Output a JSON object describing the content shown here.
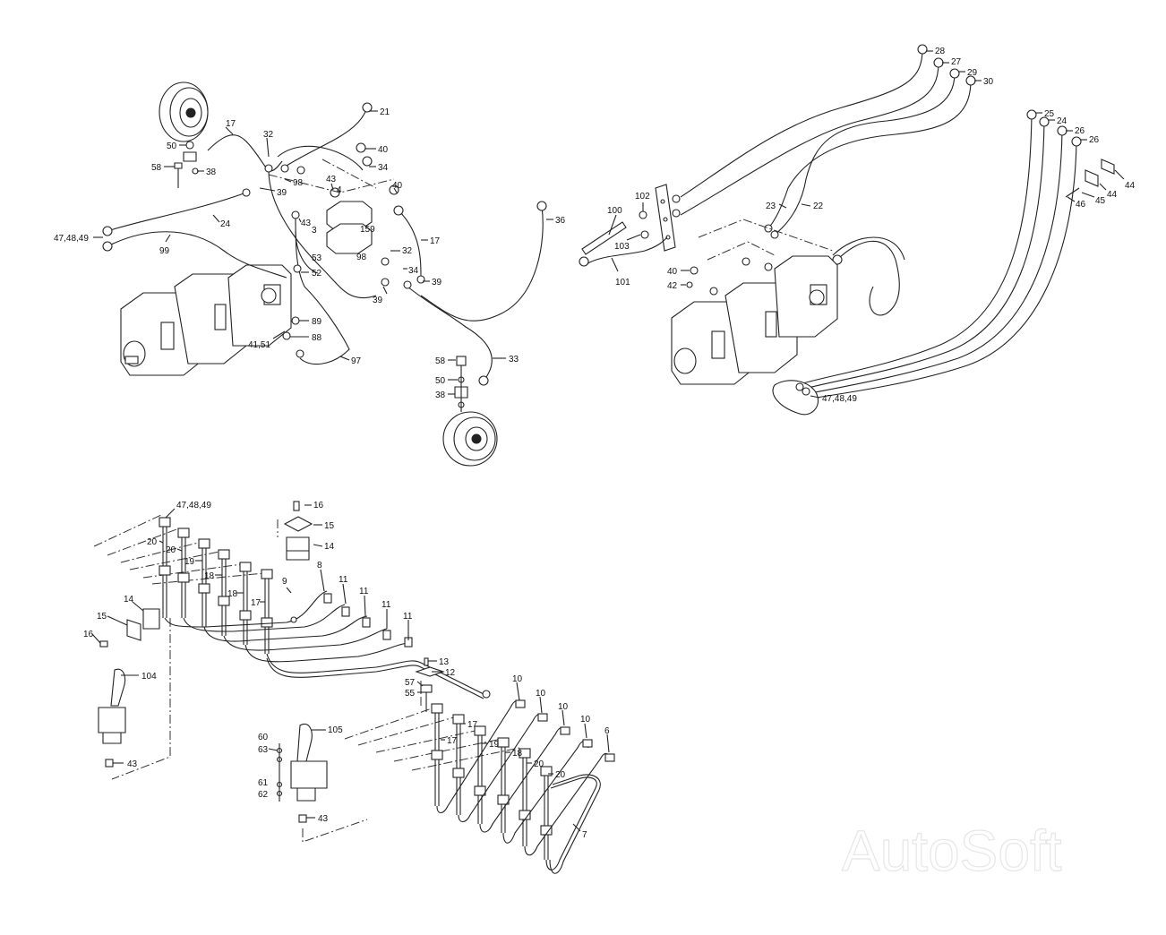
{
  "watermark": "AutoSoft",
  "callouts": {
    "a": [
      {
        "id": "a-21",
        "text": "21"
      },
      {
        "id": "a-17",
        "text": "17"
      },
      {
        "id": "a-32",
        "text": "32"
      },
      {
        "id": "a-50",
        "text": "50"
      },
      {
        "id": "a-58",
        "text": "58"
      },
      {
        "id": "a-38",
        "text": "38"
      },
      {
        "id": "a-40a",
        "text": "40"
      },
      {
        "id": "a-34a",
        "text": "34"
      },
      {
        "id": "a-98a",
        "text": "98"
      },
      {
        "id": "a-43a",
        "text": "43"
      },
      {
        "id": "a-4",
        "text": "4"
      },
      {
        "id": "a-40b",
        "text": "40"
      },
      {
        "id": "a-39a",
        "text": "39"
      },
      {
        "id": "a-43b",
        "text": "43"
      },
      {
        "id": "a-3",
        "text": "3"
      },
      {
        "id": "a-159",
        "text": "159"
      },
      {
        "id": "a-17b",
        "text": "17"
      },
      {
        "id": "a-24",
        "text": "24"
      },
      {
        "id": "a-47",
        "text": "47,48,49"
      },
      {
        "id": "a-99",
        "text": "99"
      },
      {
        "id": "a-53",
        "text": "53"
      },
      {
        "id": "a-32b",
        "text": "32"
      },
      {
        "id": "a-98b",
        "text": "98"
      },
      {
        "id": "a-52",
        "text": "52"
      },
      {
        "id": "a-34b",
        "text": "34"
      },
      {
        "id": "a-39b",
        "text": "39"
      },
      {
        "id": "a-39c",
        "text": "39"
      },
      {
        "id": "a-36",
        "text": "36"
      },
      {
        "id": "a-89",
        "text": "89"
      },
      {
        "id": "a-88",
        "text": "88"
      },
      {
        "id": "a-4151",
        "text": "41,51"
      },
      {
        "id": "a-97",
        "text": "97"
      },
      {
        "id": "a-33",
        "text": "33"
      },
      {
        "id": "a-58b",
        "text": "58"
      },
      {
        "id": "a-50b",
        "text": "50"
      },
      {
        "id": "a-38b",
        "text": "38"
      }
    ],
    "b": [
      {
        "id": "b-28",
        "text": "28"
      },
      {
        "id": "b-27",
        "text": "27"
      },
      {
        "id": "b-29",
        "text": "29"
      },
      {
        "id": "b-30",
        "text": "30"
      },
      {
        "id": "b-25",
        "text": "25"
      },
      {
        "id": "b-24",
        "text": "24"
      },
      {
        "id": "b-26a",
        "text": "26"
      },
      {
        "id": "b-26b",
        "text": "26"
      },
      {
        "id": "b-44a",
        "text": "44"
      },
      {
        "id": "b-44b",
        "text": "44"
      },
      {
        "id": "b-45",
        "text": "45"
      },
      {
        "id": "b-46",
        "text": "46"
      },
      {
        "id": "b-102",
        "text": "102"
      },
      {
        "id": "b-100",
        "text": "100"
      },
      {
        "id": "b-103",
        "text": "103"
      },
      {
        "id": "b-23",
        "text": "23"
      },
      {
        "id": "b-22",
        "text": "22"
      },
      {
        "id": "b-40",
        "text": "40"
      },
      {
        "id": "b-42",
        "text": "42"
      },
      {
        "id": "b-101",
        "text": "101"
      },
      {
        "id": "b-47",
        "text": "47,48,49"
      }
    ],
    "c": [
      {
        "id": "c-47",
        "text": "47,48,49"
      },
      {
        "id": "c-16a",
        "text": "16"
      },
      {
        "id": "c-15a",
        "text": "15"
      },
      {
        "id": "c-14a",
        "text": "14"
      },
      {
        "id": "c-20a",
        "text": "20"
      },
      {
        "id": "c-20b",
        "text": "20"
      },
      {
        "id": "c-19",
        "text": "19"
      },
      {
        "id": "c-18a",
        "text": "18"
      },
      {
        "id": "c-18b",
        "text": "18"
      },
      {
        "id": "c-17",
        "text": "17"
      },
      {
        "id": "c-9",
        "text": "9"
      },
      {
        "id": "c-8",
        "text": "8"
      },
      {
        "id": "c-11a",
        "text": "11"
      },
      {
        "id": "c-11b",
        "text": "11"
      },
      {
        "id": "c-11c",
        "text": "11"
      },
      {
        "id": "c-11d",
        "text": "11"
      },
      {
        "id": "c-14b",
        "text": "14"
      },
      {
        "id": "c-15b",
        "text": "15"
      },
      {
        "id": "c-16b",
        "text": "16"
      },
      {
        "id": "c-104",
        "text": "104"
      },
      {
        "id": "c-43",
        "text": "43"
      }
    ],
    "d": [
      {
        "id": "d-13",
        "text": "13"
      },
      {
        "id": "d-12",
        "text": "12"
      },
      {
        "id": "d-57",
        "text": "57"
      },
      {
        "id": "d-55",
        "text": "55"
      },
      {
        "id": "d-10a",
        "text": "10"
      },
      {
        "id": "d-10b",
        "text": "10"
      },
      {
        "id": "d-10c",
        "text": "10"
      },
      {
        "id": "d-10d",
        "text": "10"
      },
      {
        "id": "d-6",
        "text": "6"
      },
      {
        "id": "d-17a",
        "text": "17"
      },
      {
        "id": "d-17b",
        "text": "17"
      },
      {
        "id": "d-19",
        "text": "19"
      },
      {
        "id": "d-18",
        "text": "18"
      },
      {
        "id": "d-20a",
        "text": "20"
      },
      {
        "id": "d-20b",
        "text": "20"
      },
      {
        "id": "d-7",
        "text": "7"
      },
      {
        "id": "d-105",
        "text": "105"
      },
      {
        "id": "d-60",
        "text": "60"
      },
      {
        "id": "d-63",
        "text": "63"
      },
      {
        "id": "d-61",
        "text": "61"
      },
      {
        "id": "d-62",
        "text": "62"
      },
      {
        "id": "d-43",
        "text": "43"
      }
    ]
  }
}
